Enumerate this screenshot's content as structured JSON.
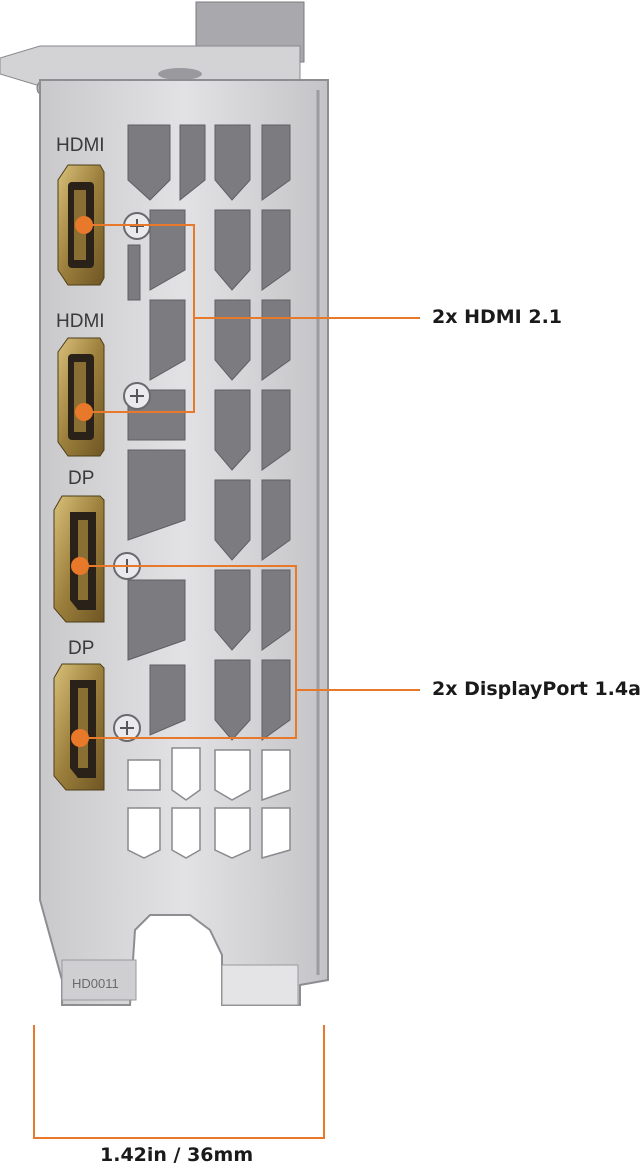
{
  "labels": {
    "port_1": "HDMI",
    "port_2": "HDMI",
    "port_3": "DP",
    "port_4": "DP",
    "engraving": "HD0011"
  },
  "callouts": {
    "hdmi": "2x HDMI 2.1",
    "displayport": "2x DisplayPort 1.4a",
    "dimension": "1.42in / 36mm"
  },
  "colors": {
    "accent": "#e8782a",
    "bracket": "#d6d6d8",
    "bracket_dark": "#8e8e92",
    "port_gold": "#b89a52"
  }
}
